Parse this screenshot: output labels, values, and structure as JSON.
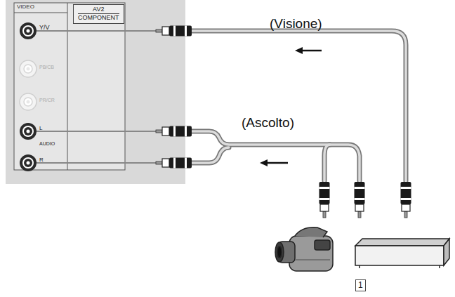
{
  "diagram": {
    "nodes": [
      {
        "text": [
          "AV2",
          "COMPONENT"
        ]
      },
      {
        "text": [
          "1"
        ]
      }
    ],
    "labels": [
      "VIDEO",
      "Y/V",
      "PB/CB",
      "PR/CR",
      "L",
      "AUDIO",
      "R",
      "(Visione)",
      "(Ascolto)"
    ]
  }
}
